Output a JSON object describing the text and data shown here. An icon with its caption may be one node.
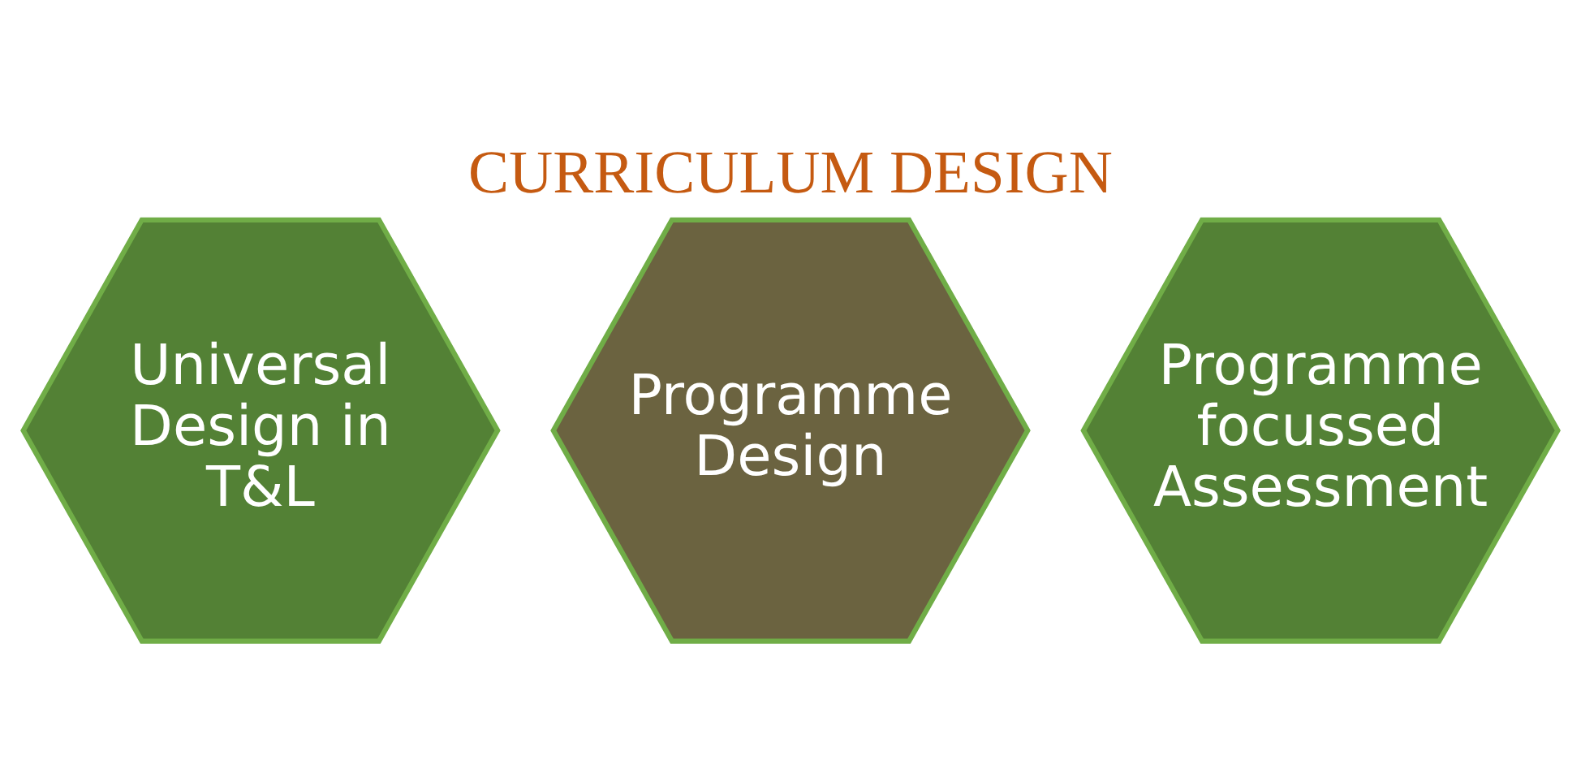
{
  "diagram": {
    "title": "CURRICULUM DESIGN",
    "nodes": [
      {
        "text": [
          "Universal Design in T&L"
        ]
      },
      {
        "text": [
          "Programme Design"
        ]
      },
      {
        "text": [
          "Programme focussed Assessment"
        ]
      }
    ]
  }
}
